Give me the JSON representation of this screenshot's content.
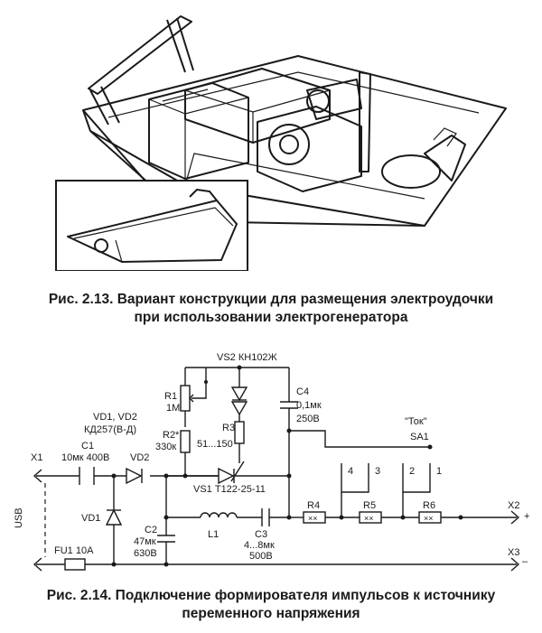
{
  "figure_213": {
    "caption_line1": "Рис. 2.13. Вариант конструкции для размещения электроудочки",
    "caption_line2": "при использовании электрогенератора"
  },
  "figure_214": {
    "caption_line1": "Рис. 2.14. Подключение формирователя импульсов к источнику",
    "caption_line2": "переменного напряжения",
    "labels": {
      "vs2": "VS2 КН102Ж",
      "r1_name": "R1",
      "r1_value": "1М",
      "c4_name": "C4",
      "c4_value": "0,1мк",
      "c4_voltage": "250В",
      "r3_name": "R3",
      "r3_value": "51...150",
      "r2_name": "R2*",
      "r2_value": "330к",
      "vd12_name": "VD1, VD2",
      "vd12_type": "КД257(В-Д)",
      "c1_name": "C1",
      "c1_value": "10мк 400В",
      "vd2": "VD2",
      "vd1": "VD1",
      "x1": "X1",
      "x2": "X2",
      "x3": "X3",
      "usb": "USB",
      "fu1": "FU1 10A",
      "vs1": "VS1 Т122-25-11",
      "c2_name": "C2",
      "c2_value": "47мк",
      "c2_voltage": "630В",
      "l1": "L1",
      "c3_name": "C3",
      "c3_value": "4...8мк",
      "c3_voltage": "500В",
      "r4": "R4",
      "r5": "R5",
      "r6": "R6",
      "tok": "\"Ток\"",
      "sa1": "SA1",
      "pos4": "4",
      "pos3": "3",
      "pos2": "2",
      "pos1": "1",
      "plus": "+",
      "minus": "–",
      "resistor_mark": "××"
    }
  }
}
